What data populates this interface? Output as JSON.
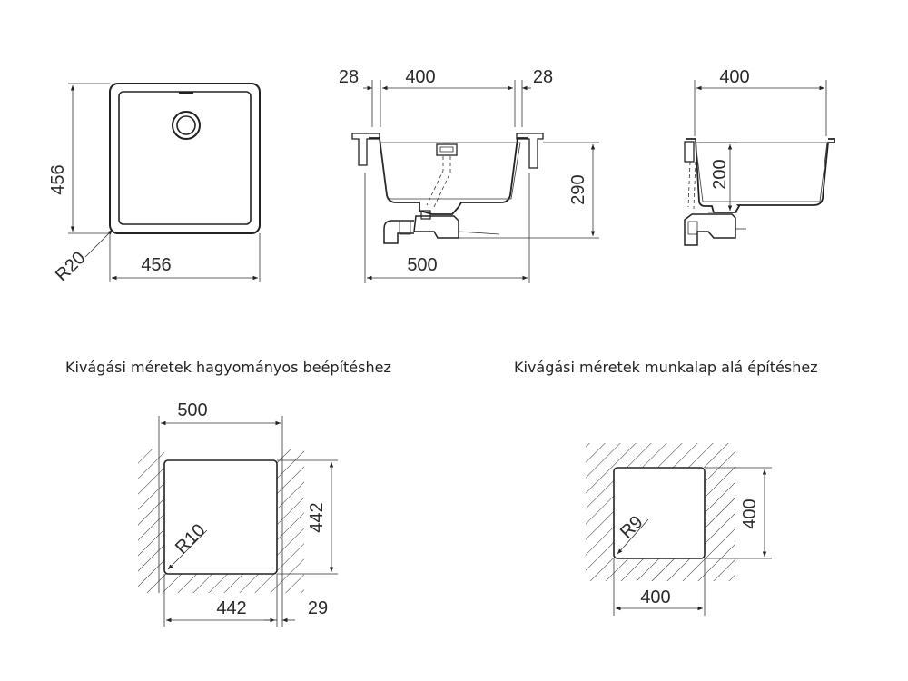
{
  "top_view": {
    "height_label": "456",
    "width_label": "456",
    "radius_label": "R20"
  },
  "front_view": {
    "left_flange_label": "28",
    "inner_width_label": "400",
    "right_flange_label": "28",
    "depth_label": "290",
    "overall_width_label": "500"
  },
  "side_view": {
    "width_label": "400",
    "depth_label": "200"
  },
  "captions": {
    "traditional": "Kivágási méretek hagyományos beépítéshez",
    "undermount": "Kivágási méretek munkalap alá építéshez"
  },
  "cutout_traditional": {
    "overall_label": "500",
    "height_label": "442",
    "width_label": "442",
    "gap_label": "29",
    "radius_label": "R10"
  },
  "cutout_undermount": {
    "height_label": "400",
    "width_label": "400",
    "radius_label": "R9"
  }
}
